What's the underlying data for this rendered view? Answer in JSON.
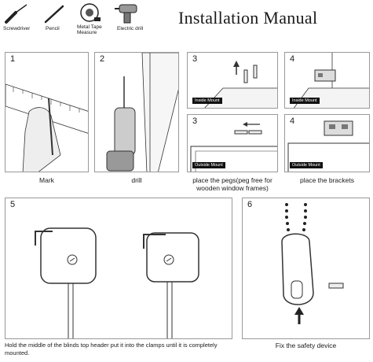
{
  "tools": [
    {
      "name": "Screwdriver"
    },
    {
      "name": "Pencil"
    },
    {
      "name": "Metal Tape\nMeasure"
    },
    {
      "name": "Electric drill"
    }
  ],
  "title": "Installation Manual",
  "steps": {
    "s1": {
      "num": "1",
      "caption": "Mark"
    },
    "s2": {
      "num": "2",
      "caption": "drill"
    },
    "s3a": {
      "num": "3",
      "tag": "Inside Mount"
    },
    "s3b": {
      "num": "3",
      "tag": "Outside Mount"
    },
    "s3_caption": "place the pegs(peg free for wooden window frames)",
    "s4a": {
      "num": "4",
      "tag": "Inside Mount"
    },
    "s4b": {
      "num": "4",
      "tag": "Outside Mount"
    },
    "s4_caption": "place the brackets",
    "s5": {
      "num": "5",
      "caption": "Hold the middle of the blinds top header put it into the clamps until it is completely mounted."
    },
    "s6": {
      "num": "6",
      "caption": "Fix the safety device"
    }
  }
}
